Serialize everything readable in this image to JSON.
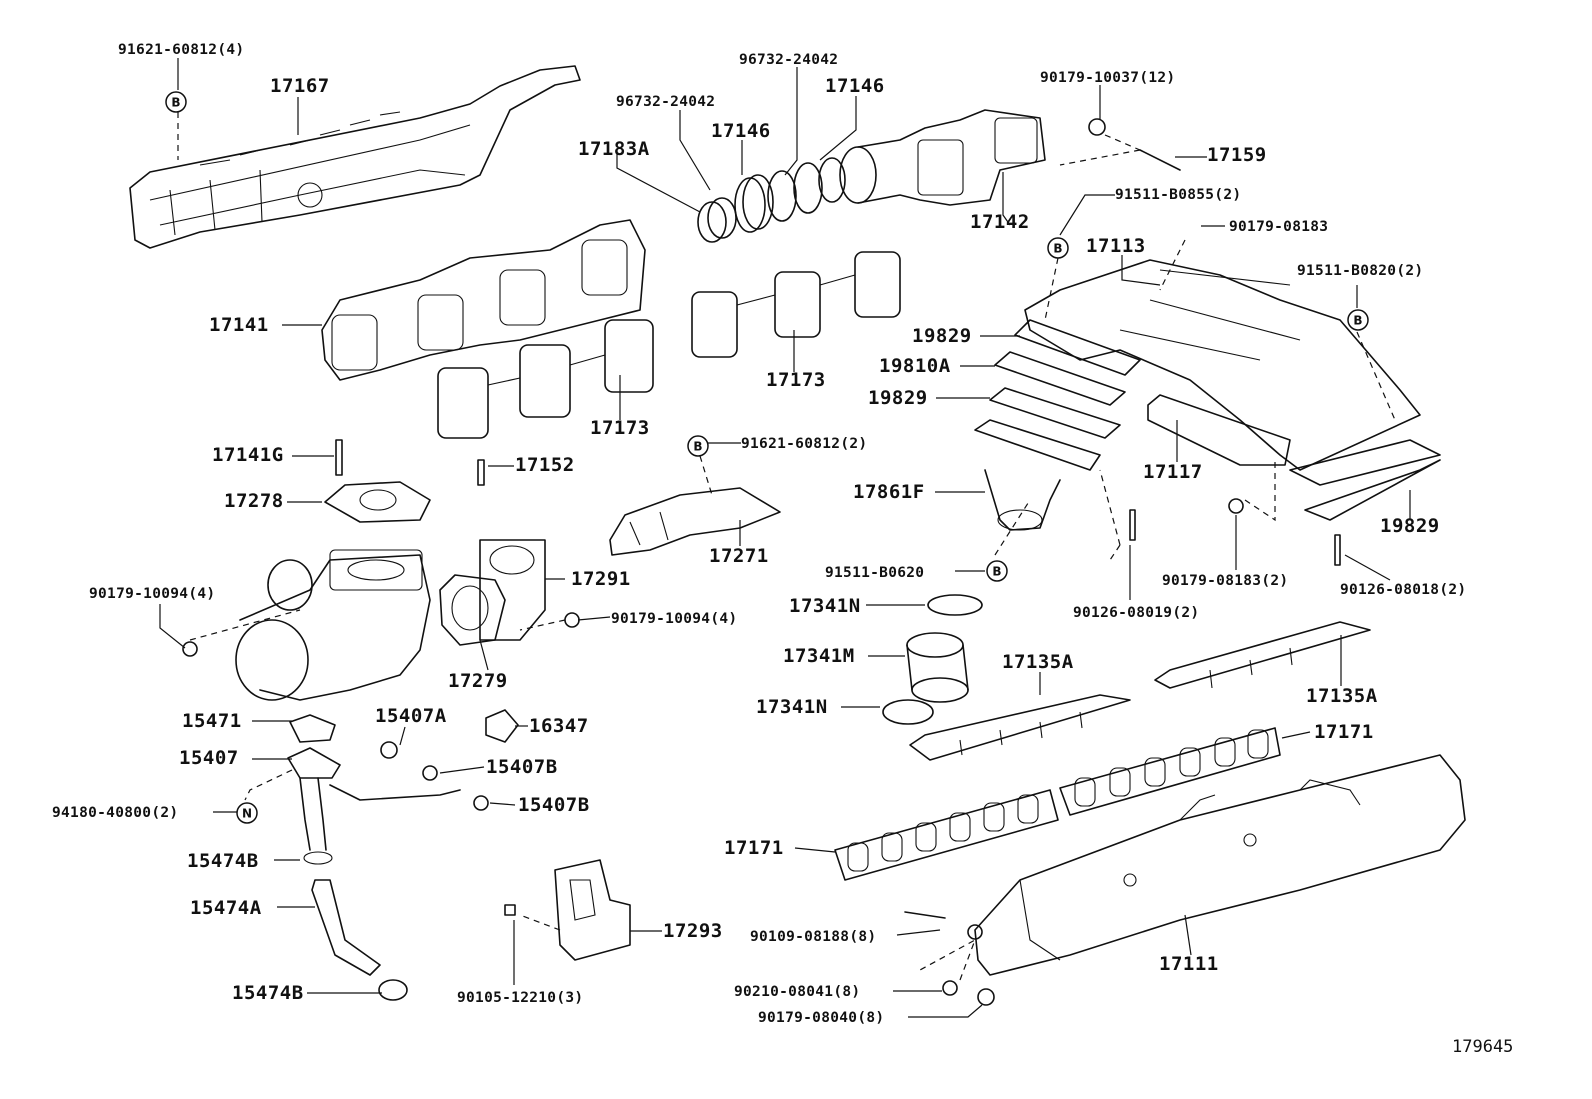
{
  "diagram": {
    "ref_number": "179645",
    "symbols": {
      "b": "B",
      "n": "N"
    },
    "parts": {
      "p91621_4": "91621-60812(4)",
      "p17167": "17167",
      "p96732a": "96732-24042",
      "p96732b": "96732-24042",
      "p17146a": "17146",
      "p17146b": "17146",
      "p17183A": "17183A",
      "p90179_12": "90179-10037(12)",
      "p17159": "17159",
      "p17142": "17142",
      "p91511_0855": "91511-B0855(2)",
      "p90179_08183a": "90179-08183",
      "p17113": "17113",
      "p91511_0820": "91511-B0820(2)",
      "p17141": "17141",
      "p19829a": "19829",
      "p19810A": "19810A",
      "p19829b": "19829",
      "p17173a": "17173",
      "p17173b": "17173",
      "p17141G": "17141G",
      "p17152": "17152",
      "p91621_2": "91621-60812(2)",
      "p17117": "17117",
      "p17278": "17278",
      "p17861F": "17861F",
      "p19829c": "19829",
      "p17271": "17271",
      "p17291": "17291",
      "p90179_10094a": "90179-10094(4)",
      "p91511_0620": "91511-B0620",
      "p90179_08183b": "90179-08183(2)",
      "p90126_08018": "90126-08018(2)",
      "p90179_10094b": "90179-10094(4)",
      "p17341N_a": "17341N",
      "p90126_08019": "90126-08019(2)",
      "p17341M": "17341M",
      "p17135A_a": "17135A",
      "p17279": "17279",
      "p17135A_b": "17135A",
      "p17341N_b": "17341N",
      "p15471": "15471",
      "p15407A": "15407A",
      "p16347": "16347",
      "p17171a": "17171",
      "p15407": "15407",
      "p15407B_a": "15407B",
      "p94180": "94180-40800(2)",
      "p15407B_b": "15407B",
      "p17171b": "17171",
      "p15474B_a": "15474B",
      "p15474A": "15474A",
      "p17293": "17293",
      "p90109": "90109-08188(8)",
      "p17111": "17111",
      "p90210": "90210-08041(8)",
      "p15474B_b": "15474B",
      "p90105": "90105-12210(3)",
      "p90179_08040": "90179-08040(8)"
    }
  }
}
